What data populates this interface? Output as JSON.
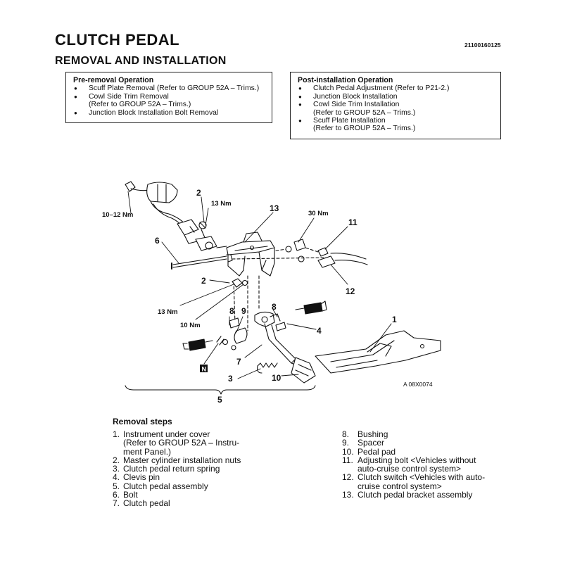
{
  "header": {
    "title": "CLUTCH PEDAL",
    "doc_code": "21100160125",
    "subtitle": "REMOVAL AND INSTALLATION"
  },
  "pre_removal": {
    "title": "Pre-removal Operation",
    "items": [
      [
        "Scuff Plate Removal (Refer to GROUP 52A – Trims.)",
        ""
      ],
      [
        "Cowl Side Trim Removal",
        "(Refer to GROUP 52A – Trims.)"
      ],
      [
        "Junction Block Installation Bolt Removal",
        ""
      ]
    ]
  },
  "post_installation": {
    "title": "Post-installation Operation",
    "items": [
      [
        "Clutch Pedal Adjustment (Refer to P21-2.)",
        ""
      ],
      [
        "Junction Block Installation",
        ""
      ],
      [
        "Cowl Side Trim Installation",
        "(Refer to GROUP 52A – Trims.)"
      ],
      [
        "Scuff Plate Installation",
        "(Refer to GROUP 52A – Trims.)"
      ]
    ]
  },
  "diagram": {
    "callouts": [
      "1",
      "2",
      "2",
      "3",
      "4",
      "5",
      "6",
      "7",
      "8",
      "8",
      "9",
      "10",
      "11",
      "12",
      "13"
    ],
    "torques": [
      "10–12 Nm",
      "13 Nm",
      "13 Nm",
      "30 Nm",
      "10 Nm"
    ],
    "n_mark": "N",
    "figure_code": "A 08X0074",
    "colors": {
      "ink": "#111111",
      "paper": "#ffffff"
    }
  },
  "removal_steps": {
    "title": "Removal steps",
    "left": [
      [
        "1.",
        "Instrument under cover",
        "(Refer to GROUP 52A – Instru-",
        "ment Panel.)"
      ],
      [
        "2.",
        "Master cylinder installation nuts"
      ],
      [
        "3.",
        "Clutch pedal return spring"
      ],
      [
        "4.",
        "Clevis pin"
      ],
      [
        "5.",
        "Clutch pedal assembly"
      ],
      [
        "6.",
        "Bolt"
      ],
      [
        "7.",
        "Clutch pedal"
      ]
    ],
    "right": [
      [
        "8.",
        "Bushing"
      ],
      [
        "9.",
        "Spacer"
      ],
      [
        "10.",
        "Pedal pad"
      ],
      [
        "11.",
        "Adjusting bolt <Vehicles without",
        "auto-cruise control system>"
      ],
      [
        "12.",
        "Clutch switch <Vehicles with auto-",
        "cruise control system>"
      ],
      [
        "13.",
        "Clutch pedal bracket assembly"
      ]
    ]
  }
}
